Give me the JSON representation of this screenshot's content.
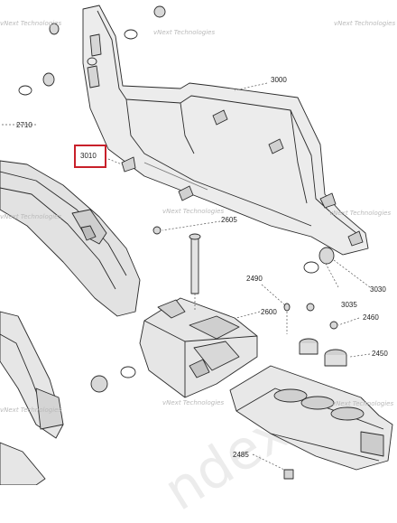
{
  "diagram": {
    "callouts": [
      {
        "id": "c3000",
        "text": "3000"
      },
      {
        "id": "c2710",
        "text": "2710"
      },
      {
        "id": "c3010",
        "text": "3010"
      },
      {
        "id": "c2605",
        "text": "2605"
      },
      {
        "id": "c2490",
        "text": "2490"
      },
      {
        "id": "c2600",
        "text": "2600"
      },
      {
        "id": "c3035",
        "text": "3035"
      },
      {
        "id": "c3030",
        "text": "3030"
      },
      {
        "id": "c2460",
        "text": "2460"
      },
      {
        "id": "c2450",
        "text": "2450"
      },
      {
        "id": "c2485",
        "text": "2485"
      }
    ],
    "highlighted_callout": "3010",
    "watermark_small": "vNext Technologies",
    "watermark_large": "ndex"
  },
  "colors": {
    "line": "#2a2a2a",
    "shade": "#cfcfcf",
    "highlight": "#c8202a",
    "watermark": "#b9b9b9"
  }
}
